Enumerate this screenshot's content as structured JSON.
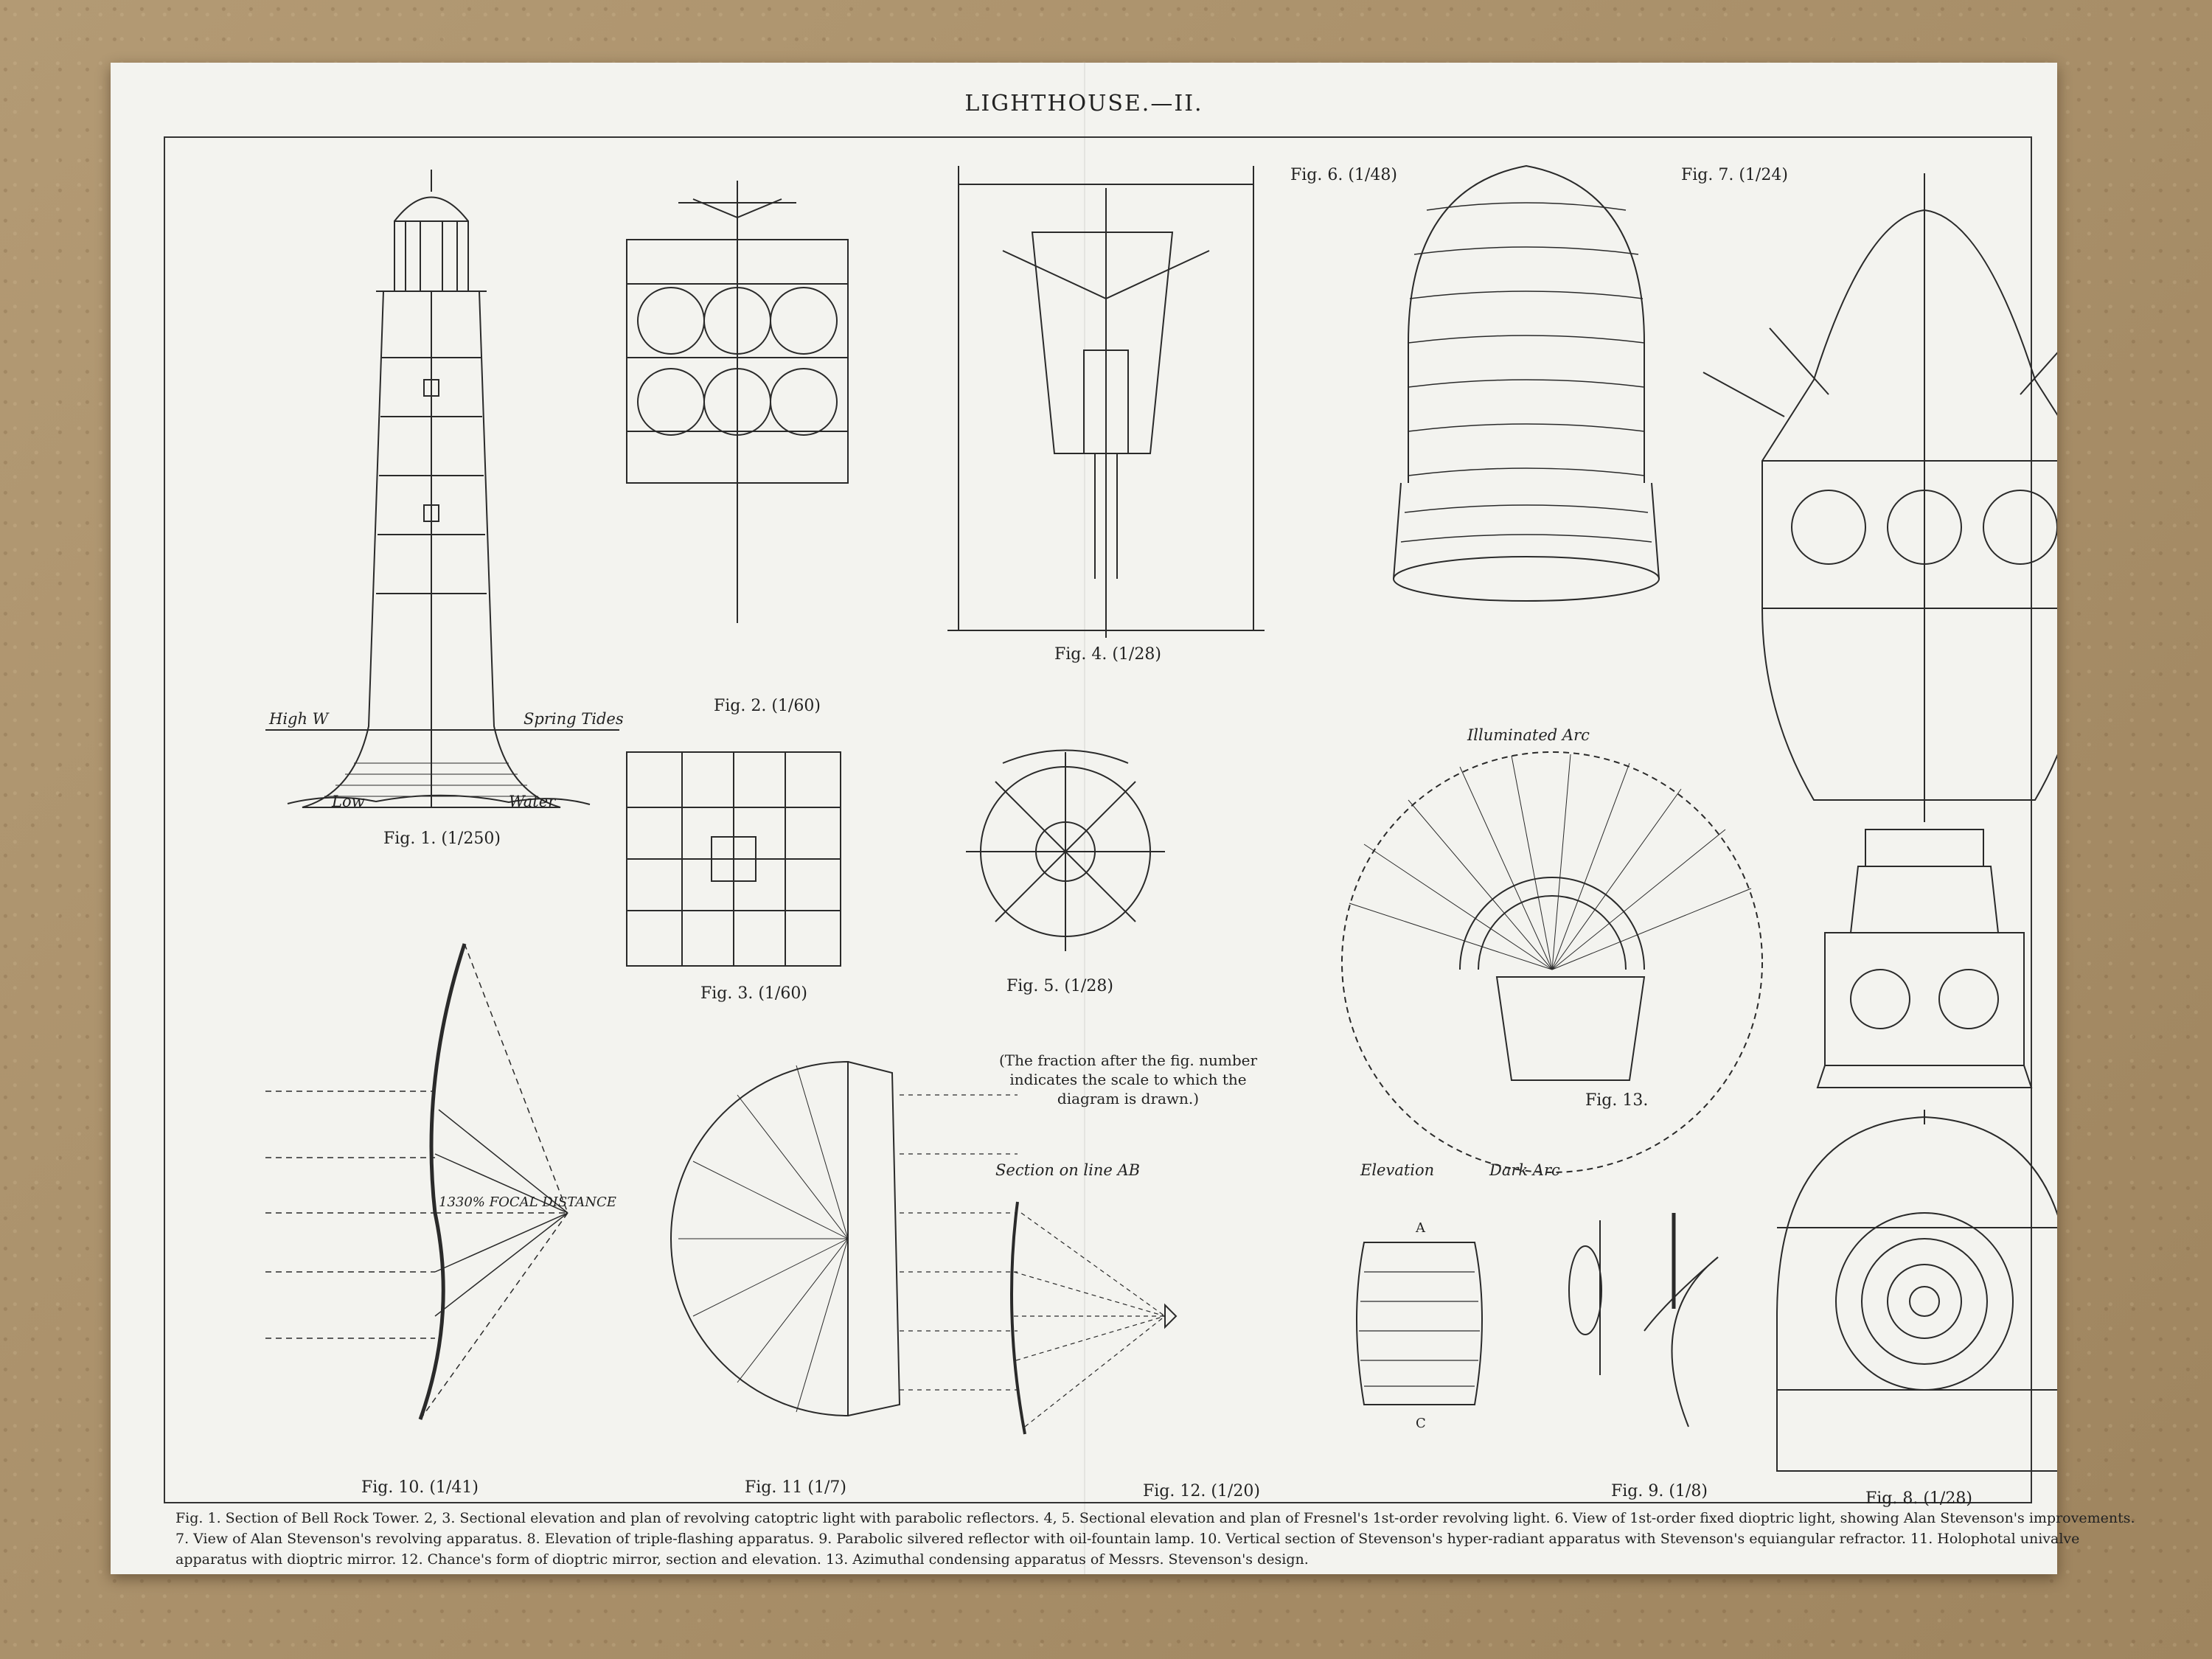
{
  "plate_title": "LIGHTHOUSE.—II.",
  "figures": {
    "fig1": "Fig. 1. (1/250)",
    "fig2": "Fig. 2. (1/60)",
    "fig3": "Fig. 3. (1/60)",
    "fig4": "Fig. 4. (1/28)",
    "fig5": "Fig. 5. (1/28)",
    "fig6": "Fig. 6. (1/48)",
    "fig7": "Fig. 7. (1/24)",
    "fig8": "Fig. 8. (1/28)",
    "fig9": "Fig. 9. (1/8)",
    "fig10": "Fig. 10. (1/41)",
    "fig11": "Fig. 11 (1/7)",
    "fig12": "Fig. 12. (1/20)",
    "fig13": "Fig. 13."
  },
  "annotations": {
    "high_water": "High W",
    "spring_tides": "Spring Tides",
    "low": "Low",
    "water": "Water",
    "focal_distance": "1330% FOCAL DISTANCE",
    "illuminated_arc": "Illuminated Arc",
    "dark_arc": "Dark Arc",
    "section_on_line": "Section on line AB",
    "elevation": "Elevation",
    "label_a": "A",
    "label_c": "C"
  },
  "scale_note": [
    "(The fraction after the fig. number",
    "indicates the scale to which the",
    "diagram is drawn.)"
  ],
  "captions": [
    "Fig. 1. Section of Bell Rock Tower.      2, 3. Sectional elevation and plan of revolving catoptric light with parabolic reflectors.      4, 5. Sectional elevation and plan of Fresnel's 1st-order revolving light.      6. View of 1st-order fixed dioptric light, showing Alan Stevenson's improvements.",
    "7. View of Alan Stevenson's revolving apparatus.      8. Elevation of triple-flashing apparatus.      9. Parabolic silvered reflector with oil-fountain lamp.      10. Vertical section of Stevenson's hyper-radiant apparatus with Stevenson's equiangular refractor.      11. Holophotal univalve",
    "apparatus with dioptric mirror.      12. Chance's form of dioptric mirror, section and elevation.      13. Azimuthal condensing apparatus of Messrs. Stevenson's design."
  ]
}
